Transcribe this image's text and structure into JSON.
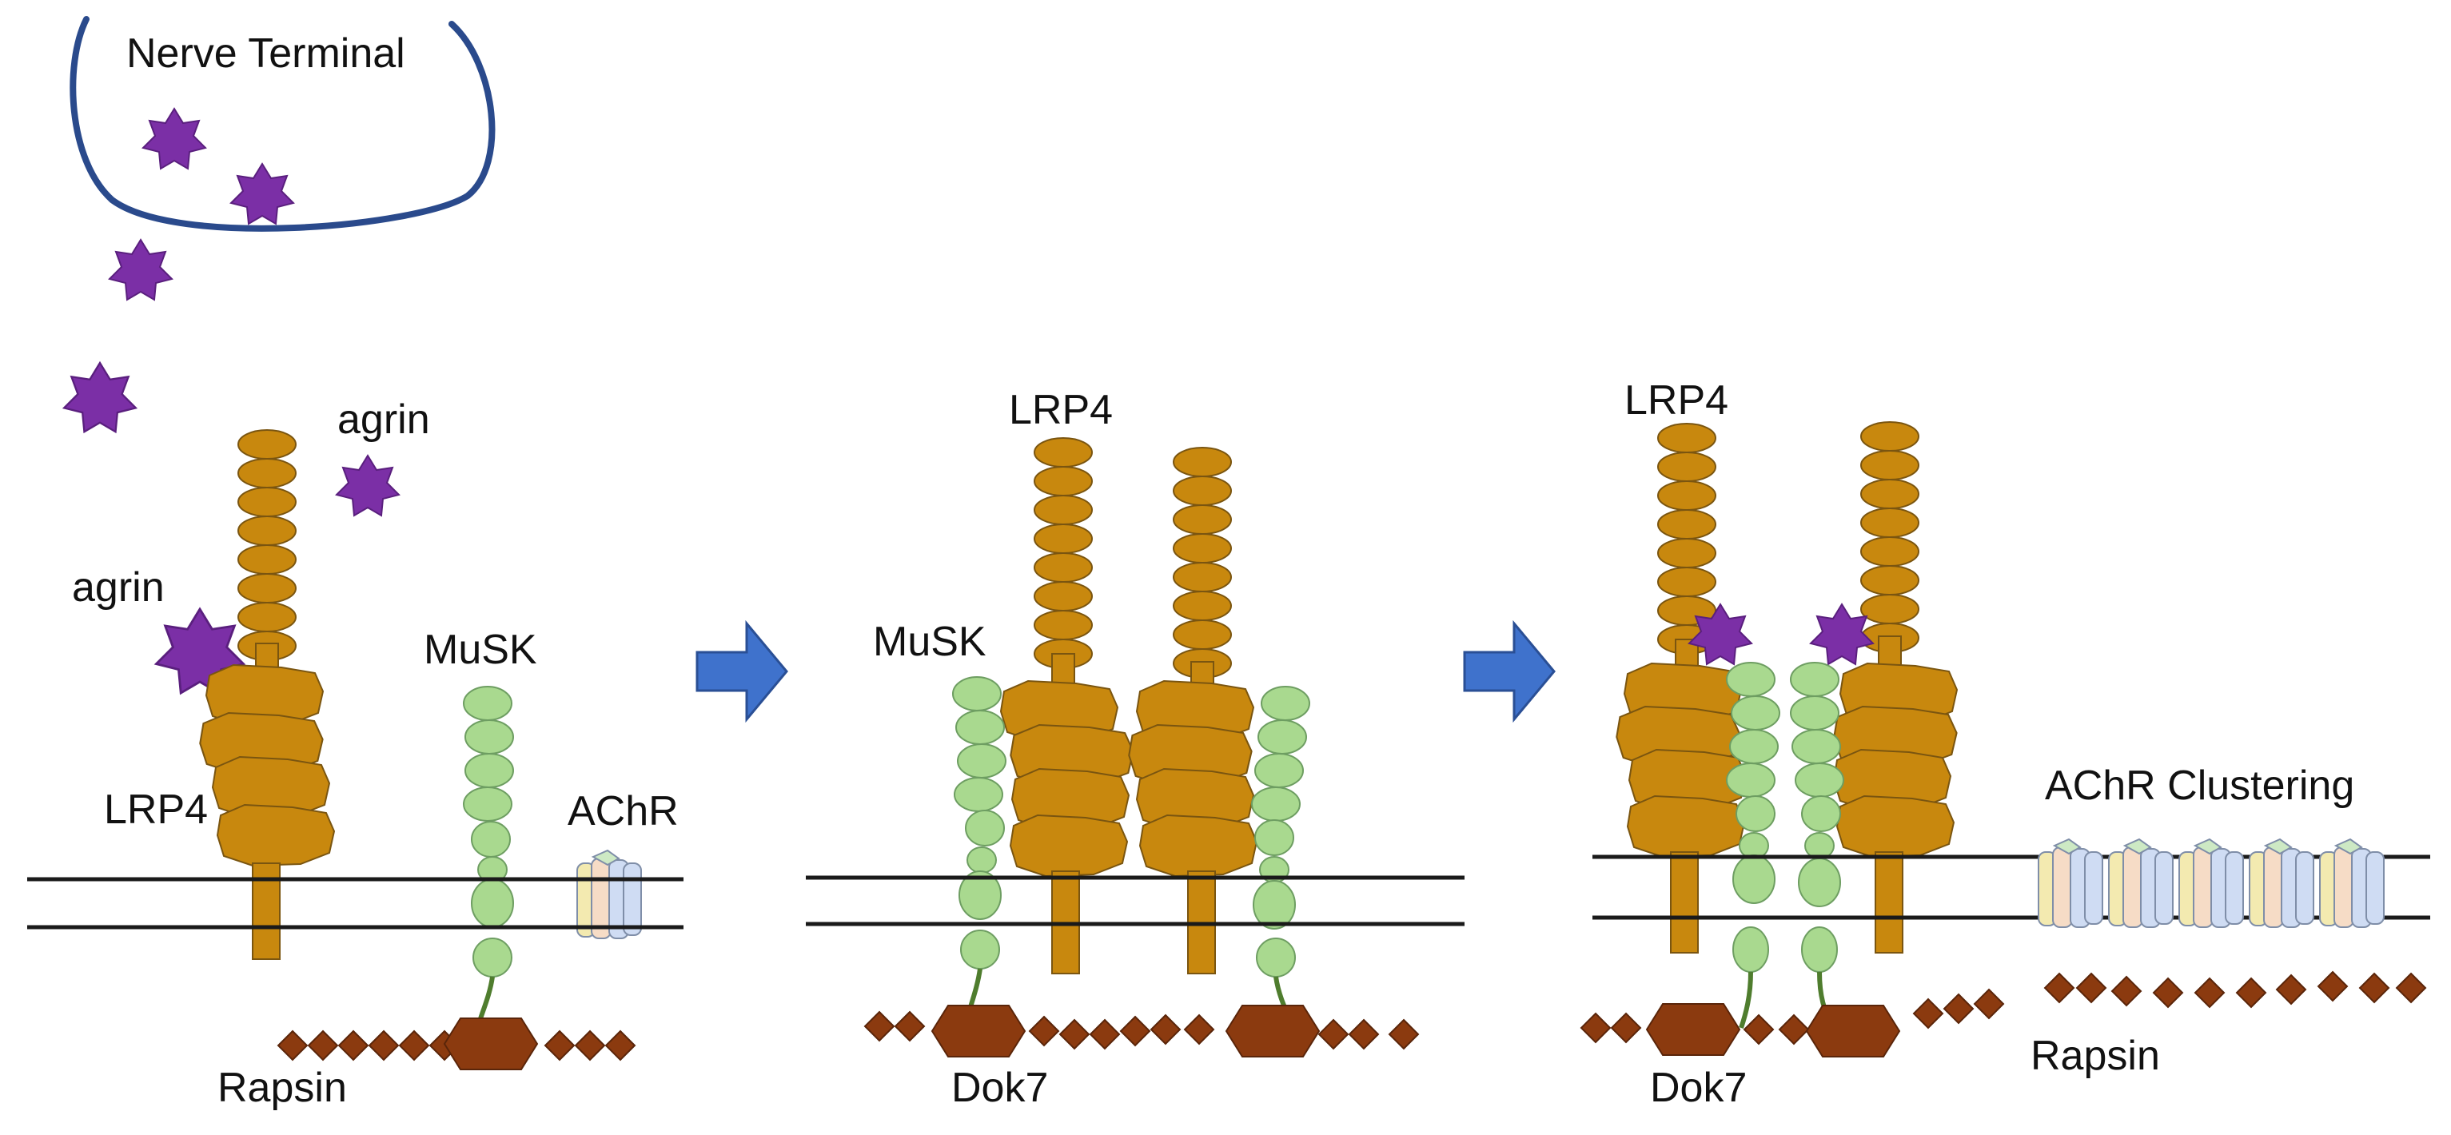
{
  "labels": {
    "nerve_terminal": "Nerve Terminal",
    "agrin_1": "agrin",
    "agrin_2": "agrin",
    "lrp4_p1": "LRP4",
    "musk_p1": "MuSK",
    "achr_p1": "AChR",
    "rapsin_p1": "Rapsin",
    "lrp4_p2": "LRP4",
    "musk_p2": "MuSK",
    "dok7_p2": "Dok7",
    "lrp4_p3": "LRP4",
    "achr_clustering": "AChR Clustering",
    "dok7_p3": "Dok7",
    "rapsin_p3": "Rapsin"
  },
  "colors": {
    "lrp4": "#c8880e",
    "lrp4_stroke": "#7a5510",
    "musk": "#a9d98f",
    "musk_stroke": "#6e9e62",
    "musk_linker": "#4f7d2e",
    "agrin": "#7b2fa6",
    "dok7": "#8b3a0f",
    "rapsin": "#8b3a0f",
    "membrane": "#1a1a1a",
    "nerve_terminal": "#2a4a8c",
    "arrow": "#3f72cc",
    "achr_blue": "#cfdcf3",
    "achr_peach": "#f6dcc6",
    "achr_yellow": "#f3eab0",
    "achr_green": "#cde9c4"
  }
}
